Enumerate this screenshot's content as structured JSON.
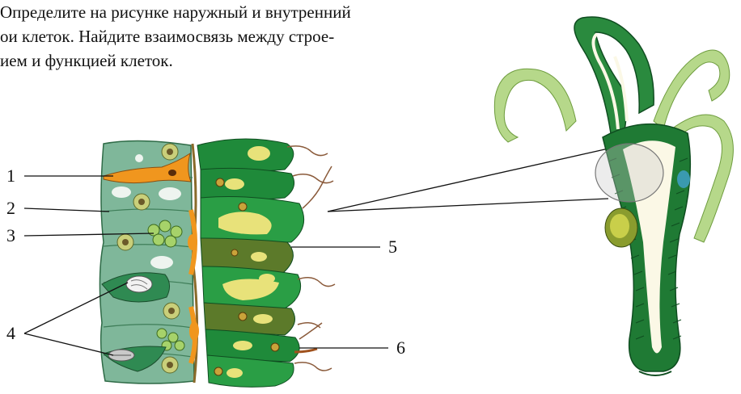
{
  "text": {
    "line1": "Определите на рисунке наружный и внутренний",
    "line2": "ои клеток. Найдите взаимосвязь между строе-",
    "line3": "ием и функцией клеток."
  },
  "labels": {
    "l1": "1",
    "l2": "2",
    "l3": "3",
    "l4": "4",
    "l5": "5",
    "l6": "6"
  },
  "colors": {
    "ectoderm": "#7fb79a",
    "endoderm_dark": "#1f8a3a",
    "endoderm_light": "#e8e27a",
    "nerve_cell": "#f0961e",
    "tentacle_light": "#b6d88a",
    "body_outline": "#1f6b2c",
    "gastric_cavity": "#fbf8e6"
  }
}
